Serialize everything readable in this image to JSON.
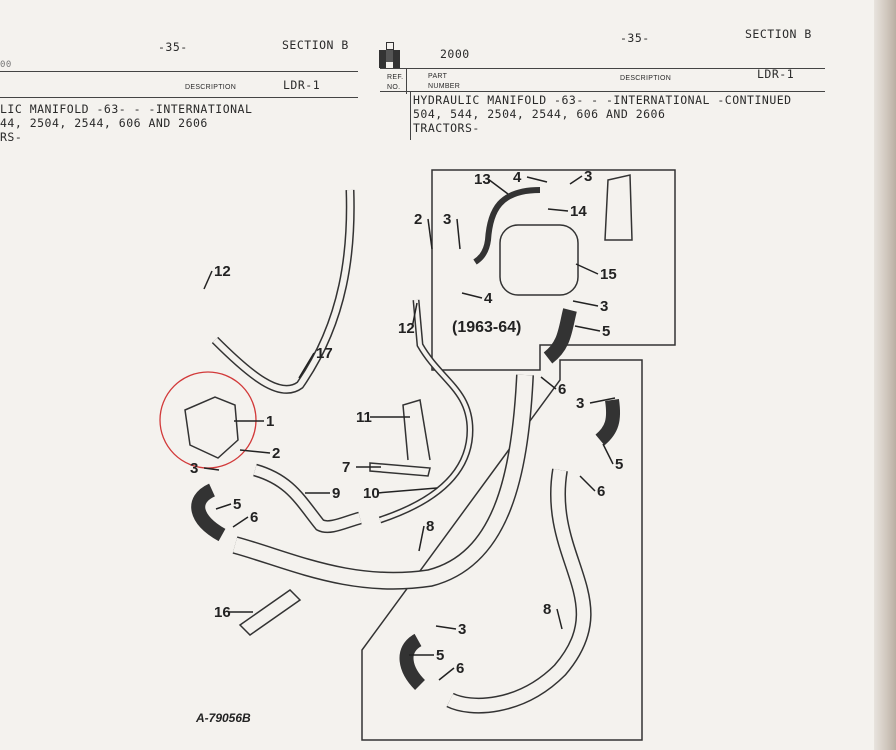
{
  "left_page": {
    "page_number": "-35-",
    "section": "SECTION  B",
    "margin_fragment": "00",
    "col_description": "DESCRIPTION",
    "code": "LDR-1",
    "title_lines": [
      "LIC MANIFOLD -63- - -INTERNATIONAL",
      "44, 2504, 2544, 606 AND 2606",
      "RS-"
    ]
  },
  "right_page": {
    "page_number": "-35-",
    "section": "SECTION  B",
    "model": "2000",
    "logo": "IH",
    "col_ref": [
      "REF.",
      "NO."
    ],
    "col_part": [
      "PART",
      "NUMBER"
    ],
    "col_description": "DESCRIPTION",
    "code": "LDR-1",
    "title_lines": [
      "HYDRAULIC MANIFOLD -63- - -INTERNATIONAL  -CONTINUED",
      "504, 544, 2504, 2544, 606 AND 2606",
      "TRACTORS-"
    ]
  },
  "diagram": {
    "inset_label": "(1963-64)",
    "figure_id": "A-79056B",
    "callouts": [
      "12",
      "17",
      "2",
      "3",
      "12",
      "13",
      "4",
      "3",
      "14",
      "15",
      "4",
      "3",
      "5",
      "11",
      "1",
      "2",
      "3",
      "7",
      "9",
      "10",
      "5",
      "6",
      "8",
      "16",
      "6",
      "3",
      "5",
      "6",
      "8",
      "3",
      "5",
      "6"
    ]
  }
}
